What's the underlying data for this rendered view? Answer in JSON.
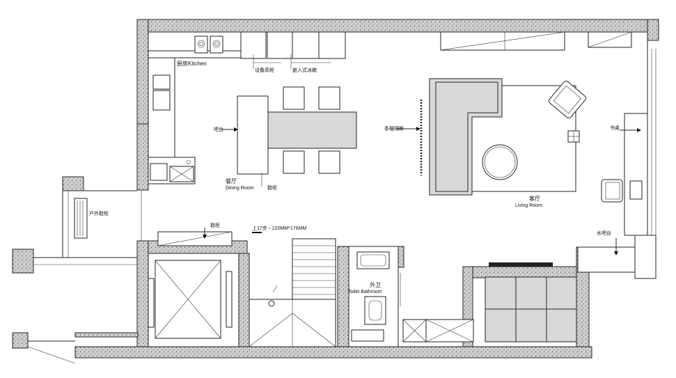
{
  "plan": {
    "labels": {
      "kitchen": "厨房Kitchen",
      "equipment_cabinet": "设备高柜",
      "built_in_fridge": "嵌入式冰箱",
      "bar_counter": "吧台",
      "dining_cn": "餐厅",
      "dining_en": "Dining Room",
      "shoe_cabinet_dining": "鞋柜",
      "partition": "条栅隔断",
      "living_cn": "客厅",
      "living_en": "Living Room",
      "desk": "书桌",
      "water_bar": "水吧台",
      "outdoor_shoe_cabinet": "户外鞋柜",
      "shoe_cabinet_hall": "鞋柜",
      "stairs": "上17步・220MM*176MM",
      "toilet_cn": "外卫",
      "toilet_en": "Toilet Bathroom"
    },
    "colors": {
      "wall_fill": "#cfcfcf",
      "line": "#222222",
      "furniture_grey": "#d9d9d9"
    }
  }
}
